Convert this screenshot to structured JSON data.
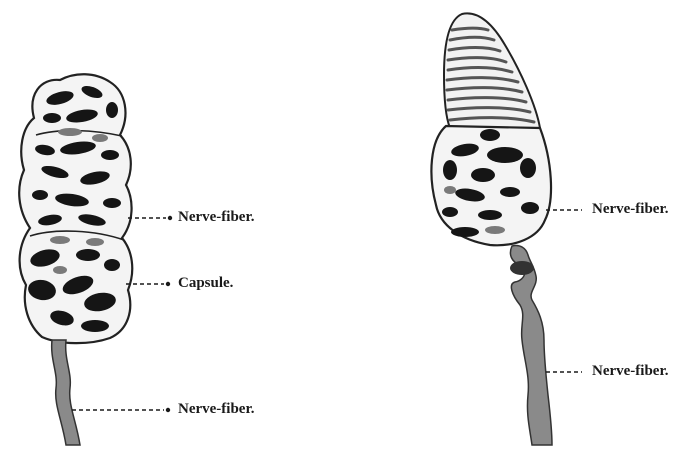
{
  "figure": {
    "left_corpuscle": {
      "labels": [
        "Nerve-fiber.",
        "Capsule.",
        "Nerve-fiber."
      ]
    },
    "right_corpuscle": {
      "labels": [
        "Nerve-fiber.",
        "Nerve-fiber."
      ]
    }
  }
}
